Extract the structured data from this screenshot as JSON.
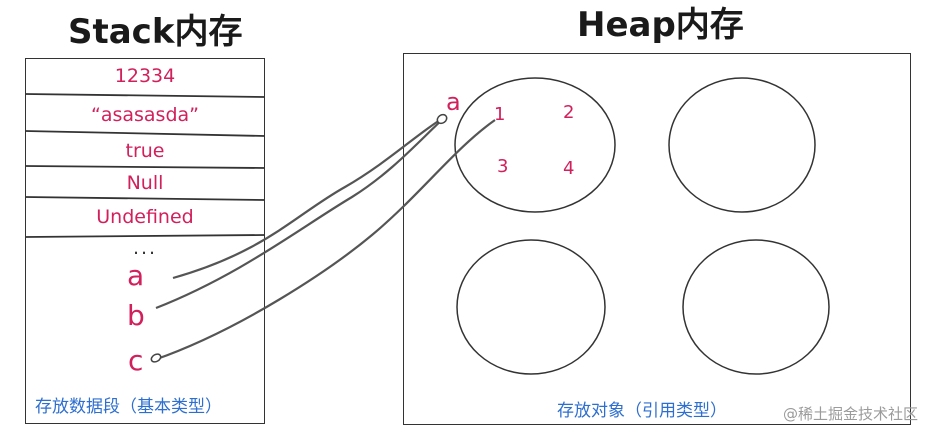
{
  "stack": {
    "title": "Stack内存",
    "values": [
      "12334",
      "“asasasda”",
      "true",
      "Null",
      "Undefined",
      "..."
    ],
    "variables": [
      "a",
      "b",
      "c"
    ],
    "caption": "存放数据段（基本类型）"
  },
  "heap": {
    "title": "Heap内存",
    "pointer_label": "a",
    "object_keys": [
      "1",
      "2",
      "3",
      "4"
    ],
    "caption": "存放对象（引用类型）"
  },
  "watermark": "@稀土掘金技术社区",
  "colors": {
    "accent_red": "#d2205c",
    "caption_blue": "#2d6fd0",
    "line": "#333333",
    "title": "#1a1a1a"
  }
}
